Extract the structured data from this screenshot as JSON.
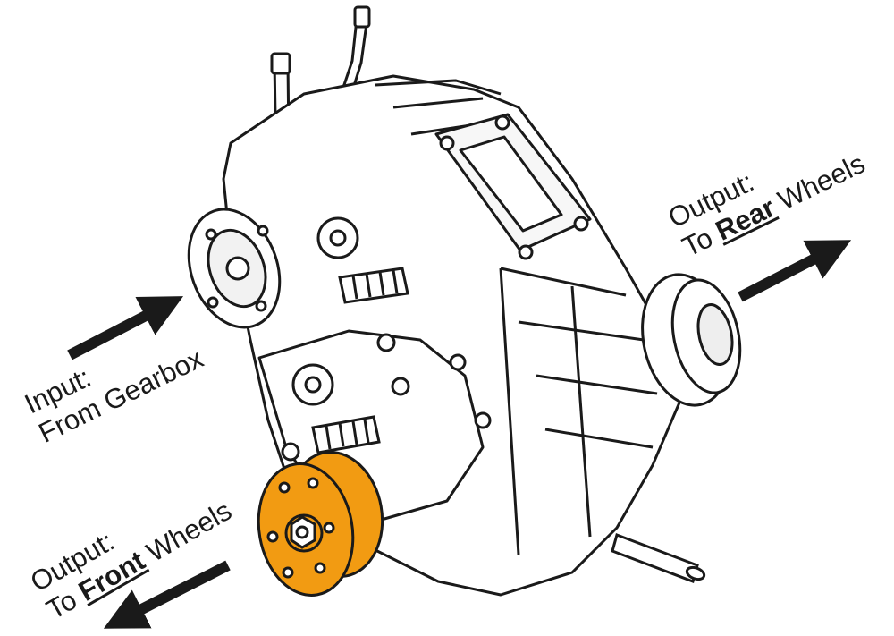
{
  "colors": {
    "ink": "#1a1a1a",
    "highlight": "#f29b12",
    "body_fill": "#ffffff",
    "shade": "#e6e6e6"
  },
  "labels": {
    "input": {
      "line1": "Input:",
      "line2": "From Gearbox"
    },
    "rear": {
      "line1": "Output:",
      "line2_prefix": "To ",
      "line2_bold": "Rear",
      "line2_suffix": " Wheels"
    },
    "front": {
      "line1": "Output:",
      "line2_prefix": "To ",
      "line2_bold": "Front",
      "line2_suffix": " Wheels"
    }
  },
  "arrows": {
    "input": "arrow-right-up",
    "rear": "arrow-right-up",
    "front": "arrow-left-down"
  }
}
